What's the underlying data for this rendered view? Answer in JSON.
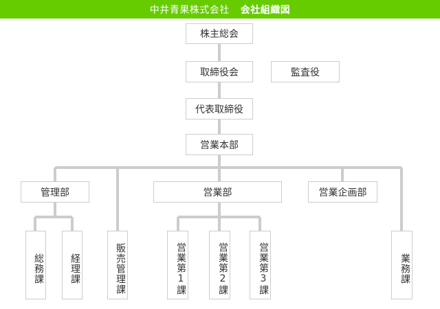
{
  "header": {
    "company": "中井青果株式会社",
    "section": "会社組織図"
  },
  "colors": {
    "header_bg": "#66cc00",
    "connector": "#cccccc",
    "border": "#cccccc",
    "text": "#333333"
  },
  "chart": {
    "shareholders": "株主総会",
    "board": "取締役会",
    "auditor": "監査役",
    "representative": "代表取締役",
    "sales_hq": "営業本部",
    "management_dept": "管理部",
    "sales_dept": "営業部",
    "planning_dept": "営業企画部",
    "general_affairs": "総務課",
    "accounting": "経理課",
    "sales_management": "販売管理課",
    "sales_1": "営業第1課",
    "sales_2": "営業第2課",
    "sales_3": "営業第3課",
    "operations": "業務課"
  }
}
